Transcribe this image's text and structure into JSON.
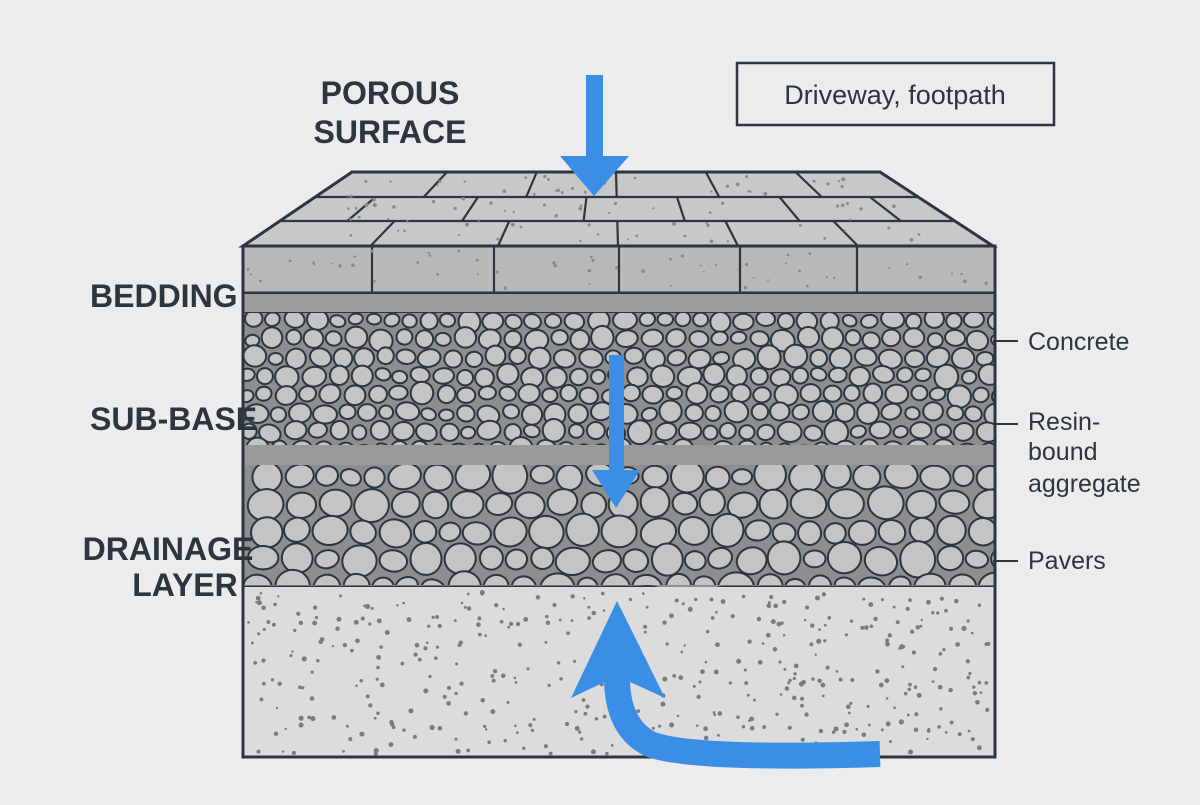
{
  "layer_labels": {
    "porous_surface": [
      "POROUS",
      "SURFACE"
    ],
    "bedding": "BEDDING",
    "sub_base": "SUB-BASE",
    "drainage_layer": [
      "DRAINAGE",
      "LAYER"
    ]
  },
  "material_labels": {
    "concrete": "Concrete",
    "resin_bound_aggregate": [
      "Resin-",
      "bound",
      "aggregate"
    ],
    "pavers": "Pavers"
  },
  "use_case_box": "Driveway, footpath",
  "colors": {
    "background": "#ececec",
    "outline": "#2b3640",
    "water_arrow": "#3a8ee6",
    "paver": "#c8c8c8",
    "paver_front": "#b9b9b9",
    "bedding": "#9c9c9c",
    "stone_fill": "#c4c4c4",
    "stone_matrix": "#8e8e8e",
    "separator": "#9a9a9a",
    "subgrade": "#dcdcdc"
  },
  "icons": {
    "arrow_down_surface": "arrow-down-icon",
    "arrow_down_through": "arrow-down-icon",
    "arrow_curved_up": "curved-arrow-up-icon"
  }
}
